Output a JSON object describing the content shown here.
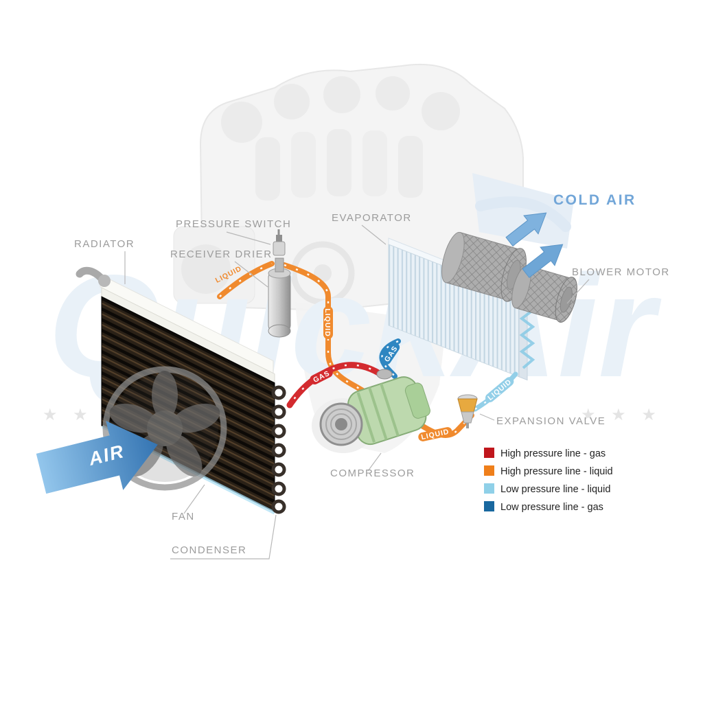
{
  "watermark": {
    "brand": "QuickAir",
    "stars_left": "★ ★ ★ ★",
    "stars_right": "★ ★ ★"
  },
  "components": {
    "radiator": "RADIATOR",
    "pressure_switch": "PRESSURE SWITCH",
    "receiver_drier": "RECEIVER DRIER",
    "evaporator": "EVAPORATOR",
    "blower_motor": "BLOWER MOTOR",
    "expansion_valve": "EXPANSION VALVE",
    "compressor": "COMPRESSOR",
    "fan": "FAN",
    "condenser": "CONDENSER"
  },
  "airflow": {
    "cold_air": "COLD AIR",
    "air_in": "AIR"
  },
  "flow_labels": {
    "condenser_to_drier": "LIQUID",
    "drier_down": "LIQUID",
    "compressor_to_condenser": "GAS",
    "evaporator_to_compressor": "GAS",
    "valve_to_evaporator": "LIQUID",
    "drier_to_valve": "LIQUID"
  },
  "legend": {
    "items": [
      {
        "color": "#c0161c",
        "label": "High pressure line - gas"
      },
      {
        "color": "#ef7f1a",
        "label": "High pressure line - liquid"
      },
      {
        "color": "#8fd0e8",
        "label": "Low pressure line - liquid"
      },
      {
        "color": "#19689f",
        "label": "Low pressure line -  gas"
      }
    ]
  },
  "pipe_colors": {
    "high_gas": "#d32b2f",
    "high_liquid": "#f08a2e",
    "low_liquid": "#93cfe8",
    "low_gas": "#2e86c1"
  }
}
